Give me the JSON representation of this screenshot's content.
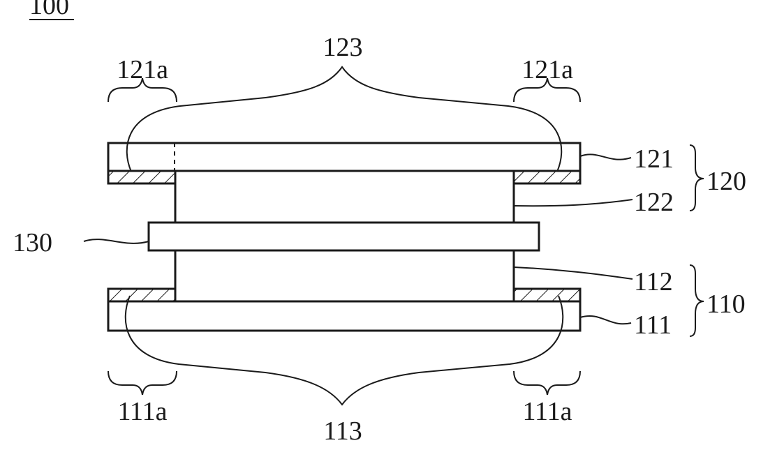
{
  "figure": {
    "figure_number": "100"
  },
  "labels": {
    "l_121a_left": "121a",
    "l_121a_right": "121a",
    "l_123": "123",
    "l_121": "121",
    "l_122": "122",
    "l_120": "120",
    "l_130": "130",
    "l_112": "112",
    "l_110": "110",
    "l_111": "111",
    "l_111a_left": "111a",
    "l_111a_right": "111a",
    "l_113": "113"
  },
  "colors": {
    "ink": "#1a1a1a",
    "paper": "#ffffff"
  }
}
